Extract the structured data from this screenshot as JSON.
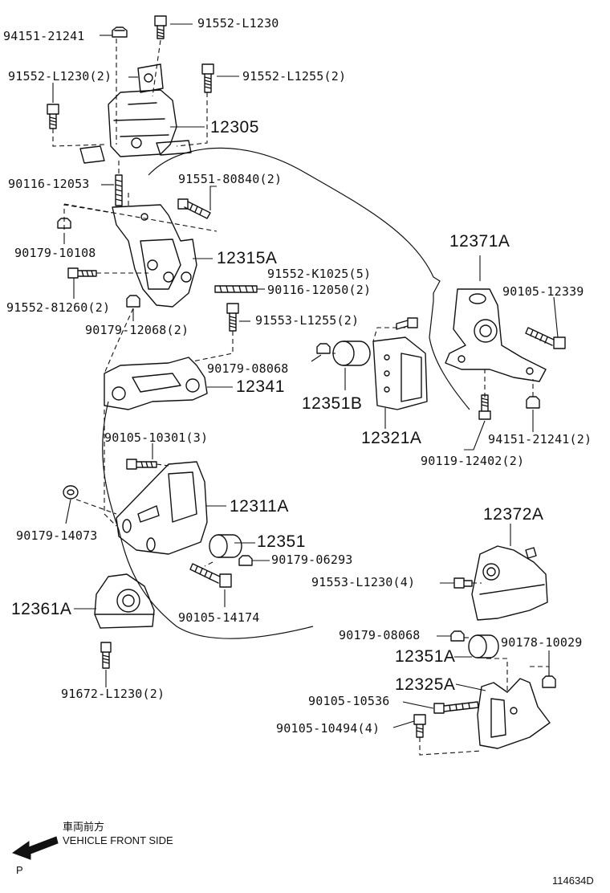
{
  "labels": [
    {
      "id": "p9415121241",
      "text": "94151-21241"
    },
    {
      "id": "p91552L1230a",
      "text": "91552-L1230"
    },
    {
      "id": "p91552L1230b",
      "text": "91552-L1230(2)"
    },
    {
      "id": "p91552L1255",
      "text": "91552-L1255(2)"
    },
    {
      "id": "p12305",
      "text": "12305"
    },
    {
      "id": "p9011612053",
      "text": "90116-12053"
    },
    {
      "id": "p9155180840",
      "text": "91551-80840(2)"
    },
    {
      "id": "p9017910108",
      "text": "90179-10108"
    },
    {
      "id": "p12315A",
      "text": "12315A"
    },
    {
      "id": "p91552K1025",
      "text": "91552-K1025(5)"
    },
    {
      "id": "p9011612050",
      "text": "90116-12050(2)"
    },
    {
      "id": "p9155281260",
      "text": "91552-81260(2)"
    },
    {
      "id": "p9017912068",
      "text": "90179-12068(2)"
    },
    {
      "id": "p91553L1255",
      "text": "91553-L1255(2)"
    },
    {
      "id": "p12371A",
      "text": "12371A"
    },
    {
      "id": "p9010512339",
      "text": "90105-12339"
    },
    {
      "id": "p9017908068a",
      "text": "90179-08068"
    },
    {
      "id": "p12341",
      "text": "12341"
    },
    {
      "id": "p12351B",
      "text": "12351B"
    },
    {
      "id": "p12321A",
      "text": "12321A"
    },
    {
      "id": "p9415121241b",
      "text": "94151-21241(2)"
    },
    {
      "id": "p9011912402",
      "text": "90119-12402(2)"
    },
    {
      "id": "p9010510301",
      "text": "90105-10301(3)"
    },
    {
      "id": "p12311A",
      "text": "12311A"
    },
    {
      "id": "p9017914073",
      "text": "90179-14073"
    },
    {
      "id": "p12351",
      "text": "12351"
    },
    {
      "id": "p9017906293",
      "text": "90179-06293"
    },
    {
      "id": "p12372A",
      "text": "12372A"
    },
    {
      "id": "p91553L1230",
      "text": "91553-L1230(4)"
    },
    {
      "id": "p12361A",
      "text": "12361A"
    },
    {
      "id": "p9010514174",
      "text": "90105-14174"
    },
    {
      "id": "p9017908068b",
      "text": "90179-08068"
    },
    {
      "id": "p9017810029",
      "text": "90178-10029"
    },
    {
      "id": "p12351A",
      "text": "12351A"
    },
    {
      "id": "p12325A",
      "text": "12325A"
    },
    {
      "id": "p9010510536",
      "text": "90105-10536"
    },
    {
      "id": "p9010510494",
      "text": "90105-10494(4)"
    },
    {
      "id": "p91672L1230",
      "text": "91672-L1230(2)"
    }
  ],
  "legend": {
    "japanese": "車両前方",
    "english": "VEHICLE FRONT SIDE",
    "icon": "arrow-left-icon",
    "p_mark": "P"
  },
  "figure_number": "114634D"
}
